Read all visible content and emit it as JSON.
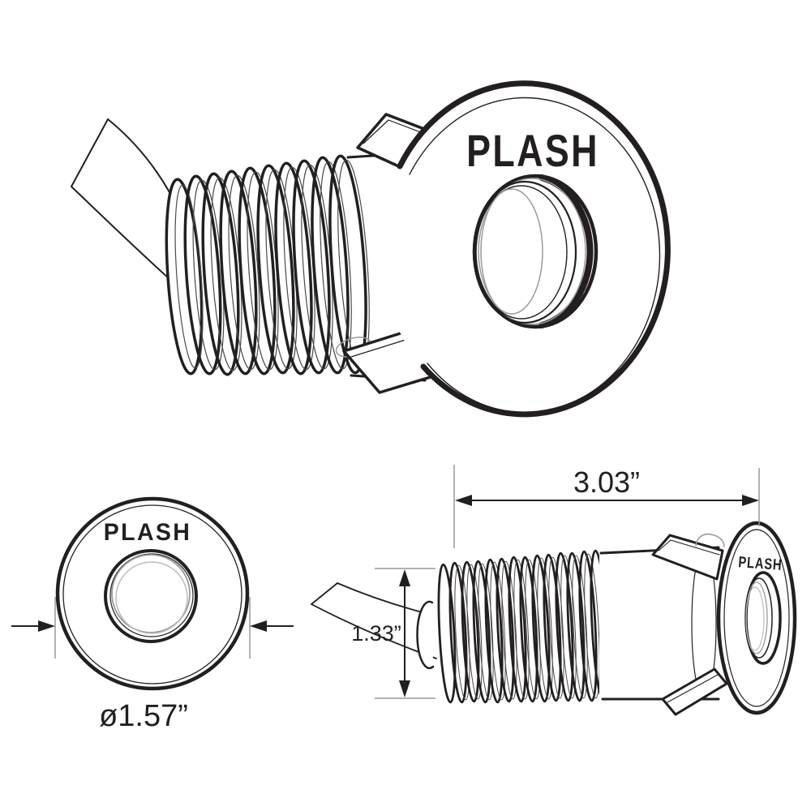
{
  "colors": {
    "ink": "#231f20",
    "ink-soft": "#4a4a4a",
    "ink-light": "#999999",
    "ink-faint": "#bcbcbc",
    "bg": "#ffffff"
  },
  "brand": "PLASH",
  "views": {
    "front": {
      "diameter_label": "ø1.57”"
    },
    "side": {
      "length_label": "3.03”",
      "height_label": "1.33”"
    }
  }
}
